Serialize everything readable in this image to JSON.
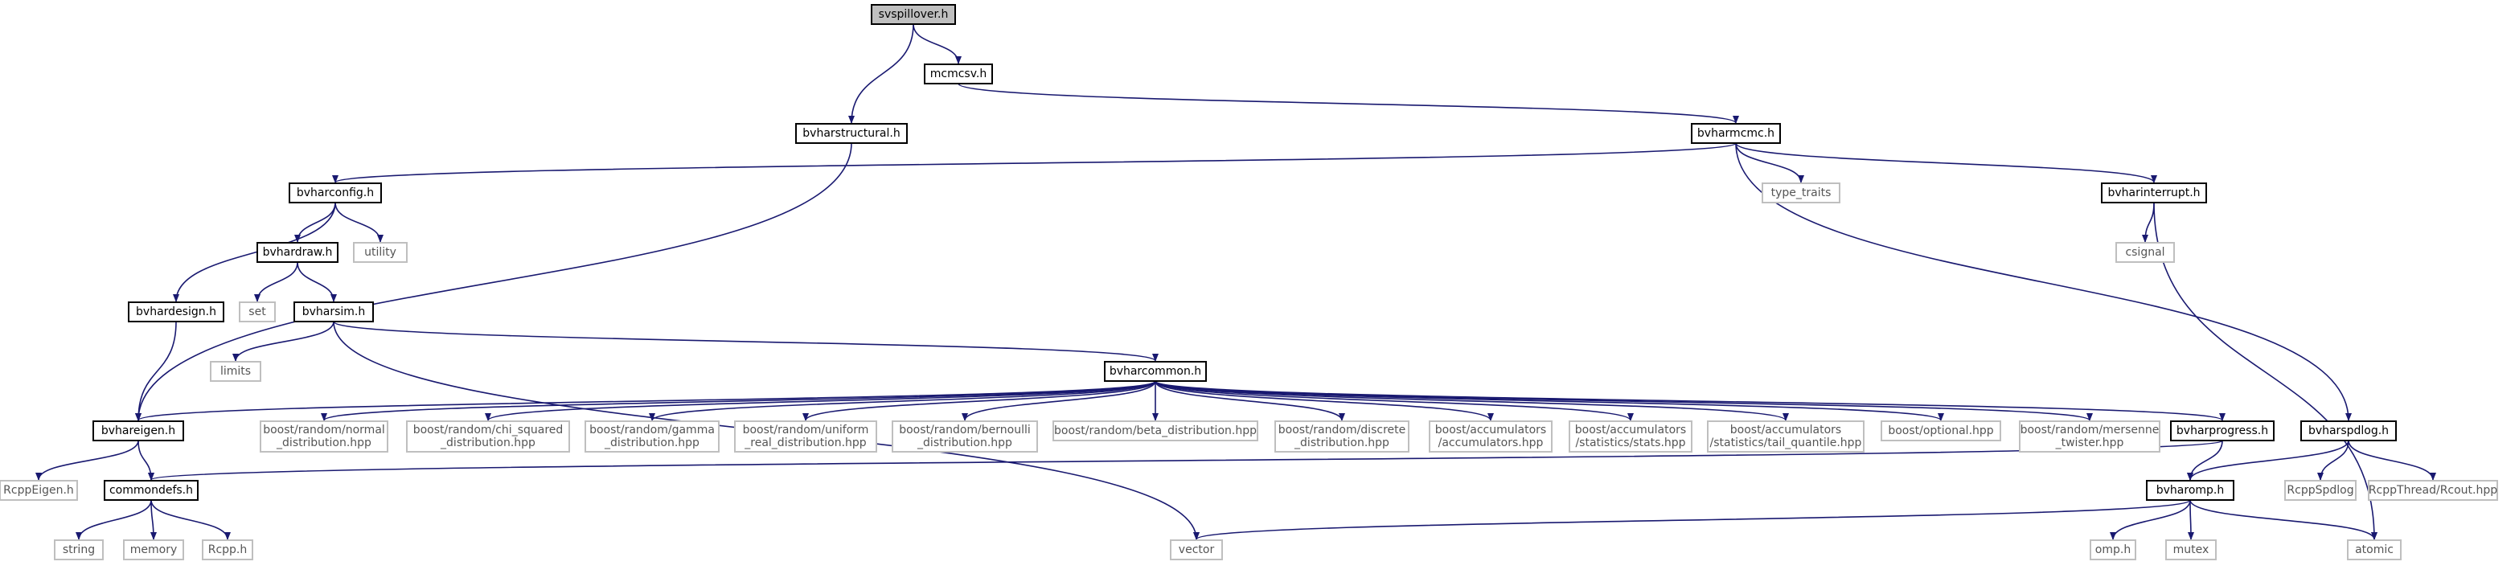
{
  "diagram": {
    "type": "include-dependency-graph",
    "nodes": [
      {
        "id": "svspillover",
        "lines": [
          "svspillover.h"
        ],
        "kind": "root"
      },
      {
        "id": "mcmcsv",
        "lines": [
          "mcmcsv.h"
        ],
        "kind": "project"
      },
      {
        "id": "bvharstructural",
        "lines": [
          "bvharstructural.h"
        ],
        "kind": "project"
      },
      {
        "id": "bvharmcmc",
        "lines": [
          "bvharmcmc.h"
        ],
        "kind": "project"
      },
      {
        "id": "bvharconfig",
        "lines": [
          "bvharconfig.h"
        ],
        "kind": "project"
      },
      {
        "id": "type_traits",
        "lines": [
          "type_traits"
        ],
        "kind": "system"
      },
      {
        "id": "bvharinterrupt",
        "lines": [
          "bvharinterrupt.h"
        ],
        "kind": "project"
      },
      {
        "id": "bvhardraw",
        "lines": [
          "bvhardraw.h"
        ],
        "kind": "project"
      },
      {
        "id": "utility",
        "lines": [
          "utility"
        ],
        "kind": "system"
      },
      {
        "id": "csignal",
        "lines": [
          "csignal"
        ],
        "kind": "system"
      },
      {
        "id": "bvhardesign",
        "lines": [
          "bvhardesign.h"
        ],
        "kind": "project"
      },
      {
        "id": "set",
        "lines": [
          "set"
        ],
        "kind": "system"
      },
      {
        "id": "bvharsim",
        "lines": [
          "bvharsim.h"
        ],
        "kind": "project"
      },
      {
        "id": "limits",
        "lines": [
          "limits"
        ],
        "kind": "system"
      },
      {
        "id": "bvharcommon",
        "lines": [
          "bvharcommon.h"
        ],
        "kind": "project"
      },
      {
        "id": "bvhareigen",
        "lines": [
          "bvhareigen.h"
        ],
        "kind": "project"
      },
      {
        "id": "normal",
        "lines": [
          "boost/random/normal",
          "_distribution.hpp"
        ],
        "kind": "system"
      },
      {
        "id": "chisq",
        "lines": [
          "boost/random/chi_squared",
          "_distribution.hpp"
        ],
        "kind": "system"
      },
      {
        "id": "gamma",
        "lines": [
          "boost/random/gamma",
          "_distribution.hpp"
        ],
        "kind": "system"
      },
      {
        "id": "uniform",
        "lines": [
          "boost/random/uniform",
          "_real_distribution.hpp"
        ],
        "kind": "system"
      },
      {
        "id": "bernoulli",
        "lines": [
          "boost/random/bernoulli",
          "_distribution.hpp"
        ],
        "kind": "system"
      },
      {
        "id": "beta",
        "lines": [
          "boost/random/beta_distribution.hpp"
        ],
        "kind": "system"
      },
      {
        "id": "discrete",
        "lines": [
          "boost/random/discrete",
          "_distribution.hpp"
        ],
        "kind": "system"
      },
      {
        "id": "accumulators",
        "lines": [
          "boost/accumulators",
          "/accumulators.hpp"
        ],
        "kind": "system"
      },
      {
        "id": "stats",
        "lines": [
          "boost/accumulators",
          "/statistics/stats.hpp"
        ],
        "kind": "system"
      },
      {
        "id": "tailq",
        "lines": [
          "boost/accumulators",
          "/statistics/tail_quantile.hpp"
        ],
        "kind": "system"
      },
      {
        "id": "optional",
        "lines": [
          "boost/optional.hpp"
        ],
        "kind": "system"
      },
      {
        "id": "mersenne",
        "lines": [
          "boost/random/mersenne",
          "_twister.hpp"
        ],
        "kind": "system"
      },
      {
        "id": "bvharprogress",
        "lines": [
          "bvharprogress.h"
        ],
        "kind": "project"
      },
      {
        "id": "bvharspdlog",
        "lines": [
          "bvharspdlog.h"
        ],
        "kind": "project"
      },
      {
        "id": "rcppeigen",
        "lines": [
          "RcppEigen.h"
        ],
        "kind": "system"
      },
      {
        "id": "commondefs",
        "lines": [
          "commondefs.h"
        ],
        "kind": "project"
      },
      {
        "id": "bvharomp",
        "lines": [
          "bvharomp.h"
        ],
        "kind": "project"
      },
      {
        "id": "rcppspdlog",
        "lines": [
          "RcppSpdlog"
        ],
        "kind": "system"
      },
      {
        "id": "rcout",
        "lines": [
          "RcppThread/Rcout.hpp"
        ],
        "kind": "system"
      },
      {
        "id": "string",
        "lines": [
          "string"
        ],
        "kind": "system"
      },
      {
        "id": "memory",
        "lines": [
          "memory"
        ],
        "kind": "system"
      },
      {
        "id": "rcpp",
        "lines": [
          "Rcpp.h"
        ],
        "kind": "system"
      },
      {
        "id": "vector",
        "lines": [
          "vector"
        ],
        "kind": "system"
      },
      {
        "id": "omp",
        "lines": [
          "omp.h"
        ],
        "kind": "system"
      },
      {
        "id": "mutex",
        "lines": [
          "mutex"
        ],
        "kind": "system"
      },
      {
        "id": "atomic",
        "lines": [
          "atomic"
        ],
        "kind": "system"
      }
    ],
    "edges": [
      [
        "svspillover",
        "mcmcsv"
      ],
      [
        "svspillover",
        "bvharstructural"
      ],
      [
        "mcmcsv",
        "bvharmcmc"
      ],
      [
        "bvharstructural",
        "bvhareigen"
      ],
      [
        "bvharmcmc",
        "bvharconfig"
      ],
      [
        "bvharmcmc",
        "type_traits"
      ],
      [
        "bvharmcmc",
        "bvharinterrupt"
      ],
      [
        "bvharmcmc",
        "bvharspdlog"
      ],
      [
        "bvharconfig",
        "bvhardesign"
      ],
      [
        "bvharconfig",
        "bvhardraw"
      ],
      [
        "bvharconfig",
        "utility"
      ],
      [
        "bvharinterrupt",
        "csignal"
      ],
      [
        "bvharinterrupt",
        "atomic"
      ],
      [
        "bvhardraw",
        "set"
      ],
      [
        "bvhardraw",
        "bvharsim"
      ],
      [
        "bvhardesign",
        "bvhareigen"
      ],
      [
        "bvharsim",
        "limits"
      ],
      [
        "bvharsim",
        "bvharcommon"
      ],
      [
        "bvharsim",
        "vector"
      ],
      [
        "bvharcommon",
        "bvhareigen"
      ],
      [
        "bvharcommon",
        "normal"
      ],
      [
        "bvharcommon",
        "chisq"
      ],
      [
        "bvharcommon",
        "gamma"
      ],
      [
        "bvharcommon",
        "uniform"
      ],
      [
        "bvharcommon",
        "bernoulli"
      ],
      [
        "bvharcommon",
        "beta"
      ],
      [
        "bvharcommon",
        "discrete"
      ],
      [
        "bvharcommon",
        "accumulators"
      ],
      [
        "bvharcommon",
        "stats"
      ],
      [
        "bvharcommon",
        "tailq"
      ],
      [
        "bvharcommon",
        "optional"
      ],
      [
        "bvharcommon",
        "mersenne"
      ],
      [
        "bvharcommon",
        "bvharprogress"
      ],
      [
        "bvhareigen",
        "rcppeigen"
      ],
      [
        "bvhareigen",
        "commondefs"
      ],
      [
        "bvharprogress",
        "commondefs"
      ],
      [
        "bvharprogress",
        "bvharomp"
      ],
      [
        "bvharspdlog",
        "bvharomp"
      ],
      [
        "bvharspdlog",
        "rcppspdlog"
      ],
      [
        "bvharspdlog",
        "rcout"
      ],
      [
        "commondefs",
        "string"
      ],
      [
        "commondefs",
        "memory"
      ],
      [
        "commondefs",
        "rcpp"
      ],
      [
        "bvharomp",
        "vector"
      ],
      [
        "bvharomp",
        "omp"
      ],
      [
        "bvharomp",
        "mutex"
      ],
      [
        "bvharomp",
        "atomic"
      ]
    ],
    "colors": {
      "edge": "#191970",
      "root_fill": "#bfbfbf",
      "project_border": "#000000",
      "system_border": "#bfbfbf",
      "system_text": "#555555"
    }
  }
}
